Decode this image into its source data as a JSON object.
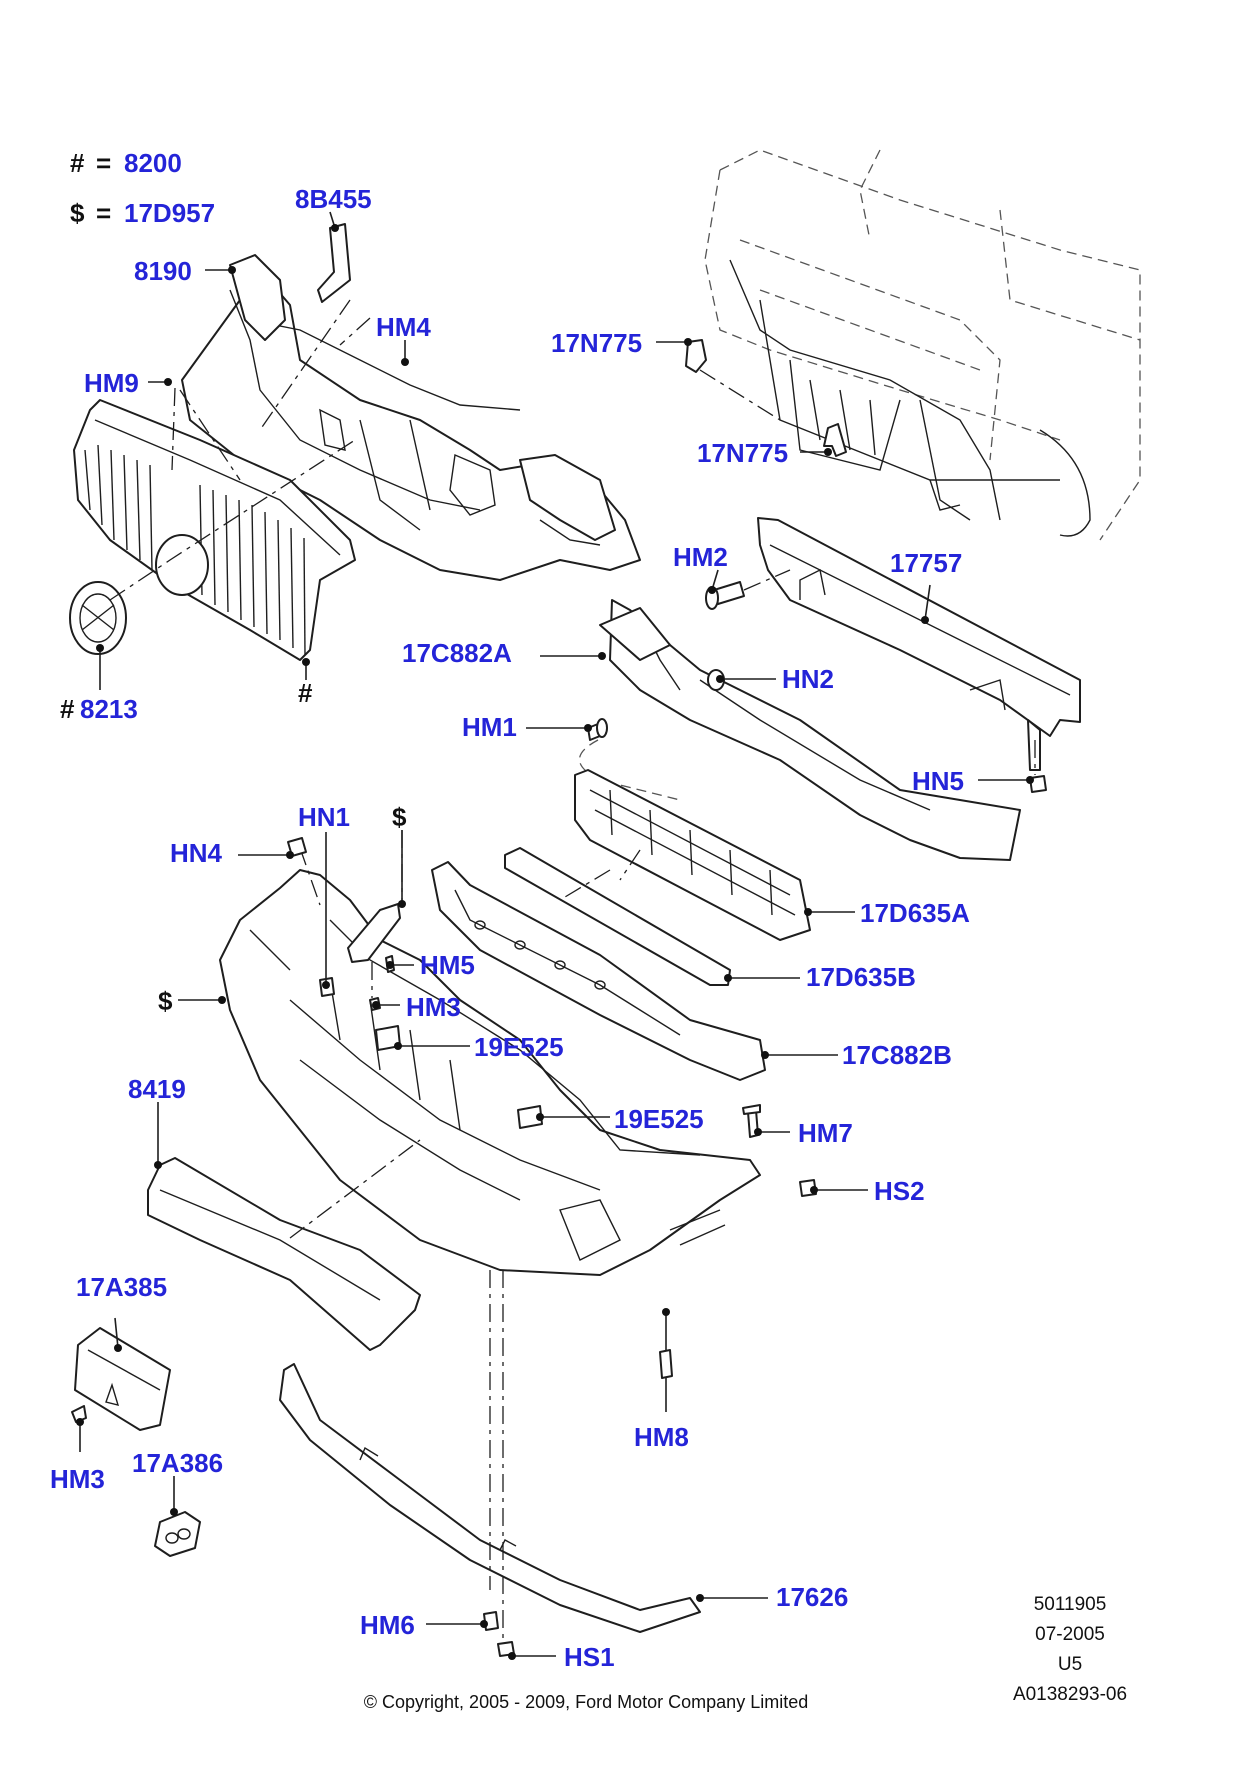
{
  "legend": [
    {
      "symbol": "#",
      "equals": "=",
      "code": "8200"
    },
    {
      "symbol": "$",
      "equals": "=",
      "code": "17D957"
    }
  ],
  "callouts": {
    "c_8B455": "8B455",
    "c_8190": "8190",
    "c_HM4": "HM4",
    "c_HM9": "HM9",
    "c_17N775_a": "17N775",
    "c_17N775_b": "17N775",
    "c_HM2": "HM2",
    "c_17757": "17757",
    "c_17C882A": "17C882A",
    "c_HN2": "HN2",
    "c_8213": "8213",
    "c_hash_grille": "#",
    "c_HM1": "HM1",
    "c_HN5": "HN5",
    "c_HN1": "HN1",
    "c_dollar_top": "$",
    "c_HN4": "HN4",
    "c_17D635A": "17D635A",
    "c_HM5": "HM5",
    "c_17D635B": "17D635B",
    "c_dollar_left": "$",
    "c_HM3_a": "HM3",
    "c_19E525_a": "19E525",
    "c_17C882B": "17C882B",
    "c_8419": "8419",
    "c_19E525_b": "19E525",
    "c_HM7": "HM7",
    "c_HS2": "HS2",
    "c_17A385": "17A385",
    "c_HM8": "HM8",
    "c_HM3_b": "HM3",
    "c_17A386": "17A386",
    "c_17626": "17626",
    "c_HM6": "HM6",
    "c_HS1": "HS1"
  },
  "prefix_8213": "#",
  "reference_block": [
    "5011905",
    "07-2005",
    "U5",
    "A0138293-06"
  ],
  "copyright": "© Copyright, 2005 - 2009, Ford Motor Company Limited"
}
